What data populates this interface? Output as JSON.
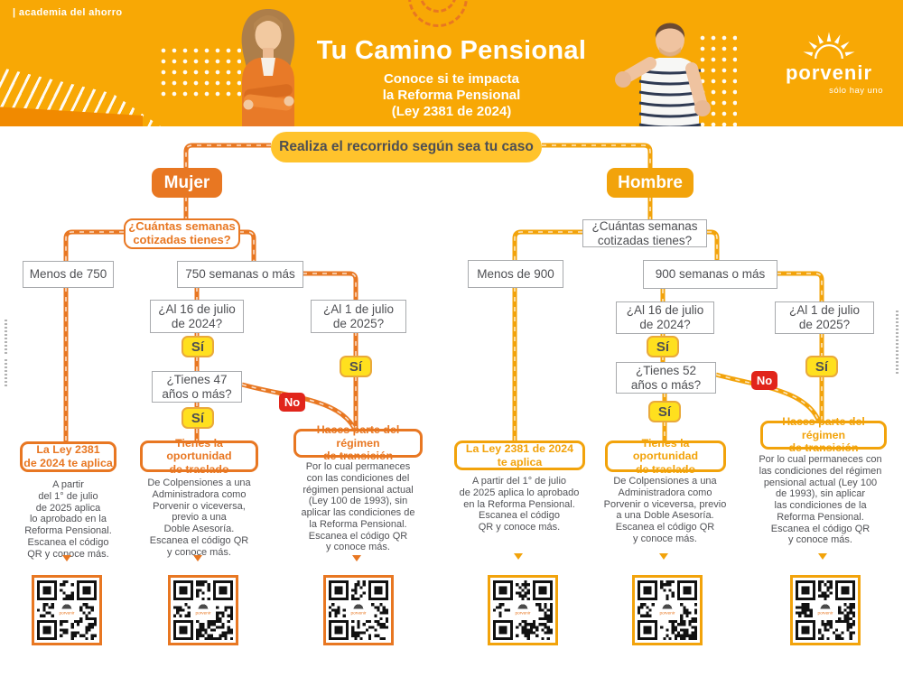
{
  "colors": {
    "orange": "#E87722",
    "amber": "#F2A30B",
    "header_bg": "#F8A805",
    "pill_yellow": "#FFC32C",
    "si_yellow": "#FFE01E",
    "no_red": "#E1251B",
    "text_dark": "#4E4F53"
  },
  "header": {
    "brand": "| academia del ahorro",
    "title": "Tu Camino Pensional",
    "subtitle": "Conoce si te impacta\nla Reforma Pensional\n(Ley 2381 de 2024)",
    "logo": "porvenir",
    "tagline": "sólo hay uno"
  },
  "intro": {
    "pill": "Realiza el recorrido según sea tu caso"
  },
  "labels": {
    "yes": "Sí",
    "no": "No"
  },
  "mujer": {
    "button": "Mujer",
    "q_weeks": "¿Cuántas semanas\ncotizadas tienes?",
    "weeks_less": "Menos de 750",
    "weeks_more": "750 semanas o más",
    "q_date_2024": "¿Al 16 de julio\nde 2024?",
    "q_date_2025": "¿Al 1 de julio\nde 2025?",
    "q_age": "¿Tienes 47\naños o más?",
    "results": [
      {
        "title": "La Ley 2381\nde 2024 te aplica",
        "body": "A partir\ndel 1° de julio\nde 2025 aplica\nlo aprobado en la\nReforma Pensional.\nEscanea el código\nQR y conoce más."
      },
      {
        "title": "Tienes la oportunidad\nde traslado",
        "body": "De Colpensiones a una\nAdministradora como\nPorvenir o viceversa,\nprevio a una\nDoble Asesoría.\nEscanea el código QR\ny conoce más."
      },
      {
        "title": "Haces parte del régimen\nde transición",
        "body": "Por lo cual permaneces\ncon las condiciones del\nrégimen pensional actual\n(Ley 100 de 1993), sin\naplicar las condiciones de\nla Reforma Pensional.\nEscanea el código QR\ny conoce más."
      }
    ]
  },
  "hombre": {
    "button": "Hombre",
    "q_weeks": "¿Cuántas semanas\ncotizadas tienes?",
    "weeks_less": "Menos de 900",
    "weeks_more": "900 semanas o más",
    "q_date_2024": "¿Al 16 de julio\nde 2024?",
    "q_date_2025": "¿Al 1 de julio\nde 2025?",
    "q_age": "¿Tienes 52\naños o más?",
    "results": [
      {
        "title": "La Ley 2381 de 2024\nte aplica",
        "body": "A partir del 1° de julio\nde 2025 aplica lo aprobado\nen la Reforma Pensional.\nEscanea el código\nQR y conoce más."
      },
      {
        "title": "Tienes la oportunidad\nde traslado",
        "body": "De Colpensiones a una\nAdministradora como\nPorvenir o viceversa, previo\na una Doble Asesoría.\nEscanea el código QR\ny conoce más."
      },
      {
        "title": "Haces parte del régimen\nde transición",
        "body": "Por lo cual permaneces con\nlas condiciones del régimen\npensional actual (Ley 100\nde 1993), sin aplicar\nlas condiciones de la\nReforma Pensional.\nEscanea el código QR\ny conoce más."
      }
    ]
  }
}
